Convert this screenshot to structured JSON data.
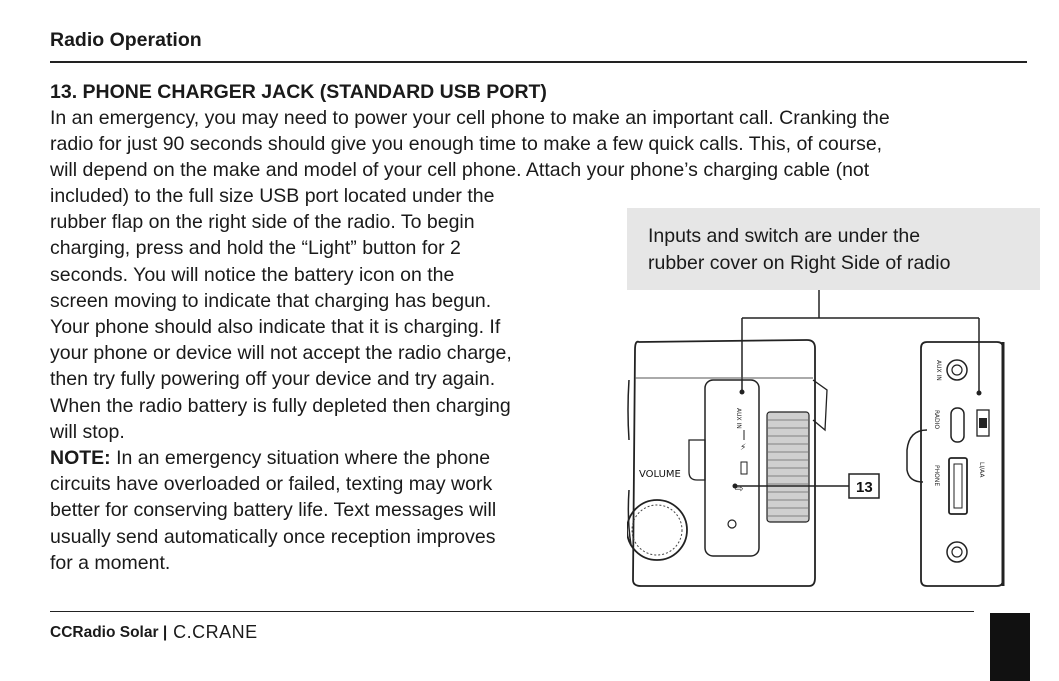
{
  "header": {
    "title": "Radio Operation"
  },
  "section": {
    "title": "13. PHONE CHARGER JACK (STANDARD USB PORT)",
    "full_lines": [
      "In an emergency, you may need to power your cell phone to make an important call. Cranking the",
      "radio for just 90 seconds should give you enough time to make a few quick calls. This, of course,",
      "will depend on the make and model of your cell phone. Attach your phone’s charging cable (not"
    ],
    "narrow_lines": [
      "included) to the full size USB port located under the",
      "rubber flap on the right side of the radio. To begin",
      "charging, press and hold the “Light” button for 2",
      "seconds. You will notice the battery icon on the",
      "screen moving to indicate that charging has begun.",
      "Your phone should also indicate that it is charging. If",
      "your phone or device will not accept the radio charge,",
      "then try fully powering off your device and try again.",
      "When the radio battery is fully depleted then charging",
      "will stop."
    ],
    "note_label": "NOTE:",
    "note_lines": [
      " In an emergency situation where the phone",
      "circuits have overloaded or failed, texting may work",
      "better for conserving battery life. Text messages will",
      "usually send automatically once reception improves",
      "for a moment."
    ]
  },
  "callout": {
    "line1": "Inputs and switch are under the",
    "line2": "rubber cover on Right Side of radio"
  },
  "figure": {
    "volume_label": "VOLUME",
    "callout_number": "13",
    "side_labels": {
      "aux": "AUX IN",
      "radio": "RADIO",
      "phone": "PHONE",
      "switch": "LI/AA"
    }
  },
  "footer": {
    "product": "CCRadio Solar |",
    "brand": "C.CRANE"
  }
}
